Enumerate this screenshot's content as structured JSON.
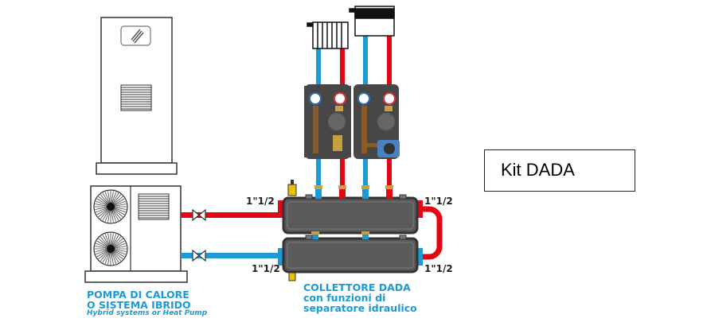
{
  "labels": {
    "heat_pump_title_line1": "POMPA DI CALORE",
    "heat_pump_title_line2": "O SISTEMA IBRIDO",
    "heat_pump_subtitle": "Hybrid systems or Heat Pump",
    "collector_title": "COLLETTORE DADA",
    "collector_sub_line1": "con funzioni di",
    "collector_sub_line2": "separatore idraulico"
  },
  "connection_sizes": {
    "top_left": "1\"1/2",
    "bottom_left": "1\"1/2",
    "top_right": "1\"1/2",
    "bottom_right": "1\"1/2"
  },
  "callout": {
    "text": "Kit DADA"
  },
  "colors": {
    "supply": "#e30613",
    "return": "#1c9ad6",
    "label_blue": "#1a9ad6",
    "manifold": "#5a5a5a",
    "insulation": "#4a4a4a",
    "brass": "#c8a040"
  }
}
